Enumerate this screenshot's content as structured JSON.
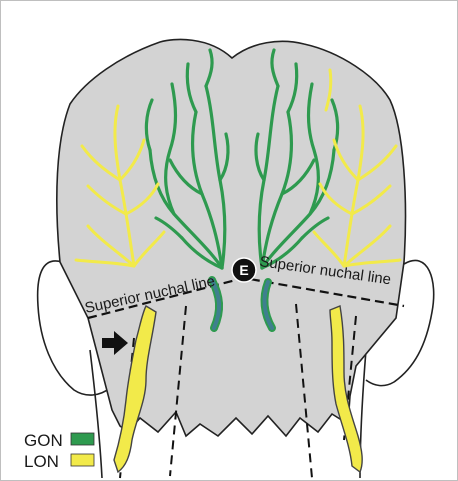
{
  "labels": {
    "superior_nuchal_line_left": "Superior nuchal line",
    "superior_nuchal_line_right": "Superior nuchal line",
    "landmark": "E"
  },
  "legend": [
    {
      "label": "GON",
      "color": "#2e9a4f"
    },
    {
      "label": "LON",
      "color": "#f2ea4a"
    }
  ],
  "colors": {
    "scalp": "#d3d3d3",
    "outline": "#222222",
    "gon_nerve": "#2e9a4f",
    "lon_nerve": "#f2ea4a",
    "gon_trunk_fill": "#3f7f8f",
    "marker": "#111111"
  },
  "icons": {
    "pointer": "right-arrow-icon"
  }
}
